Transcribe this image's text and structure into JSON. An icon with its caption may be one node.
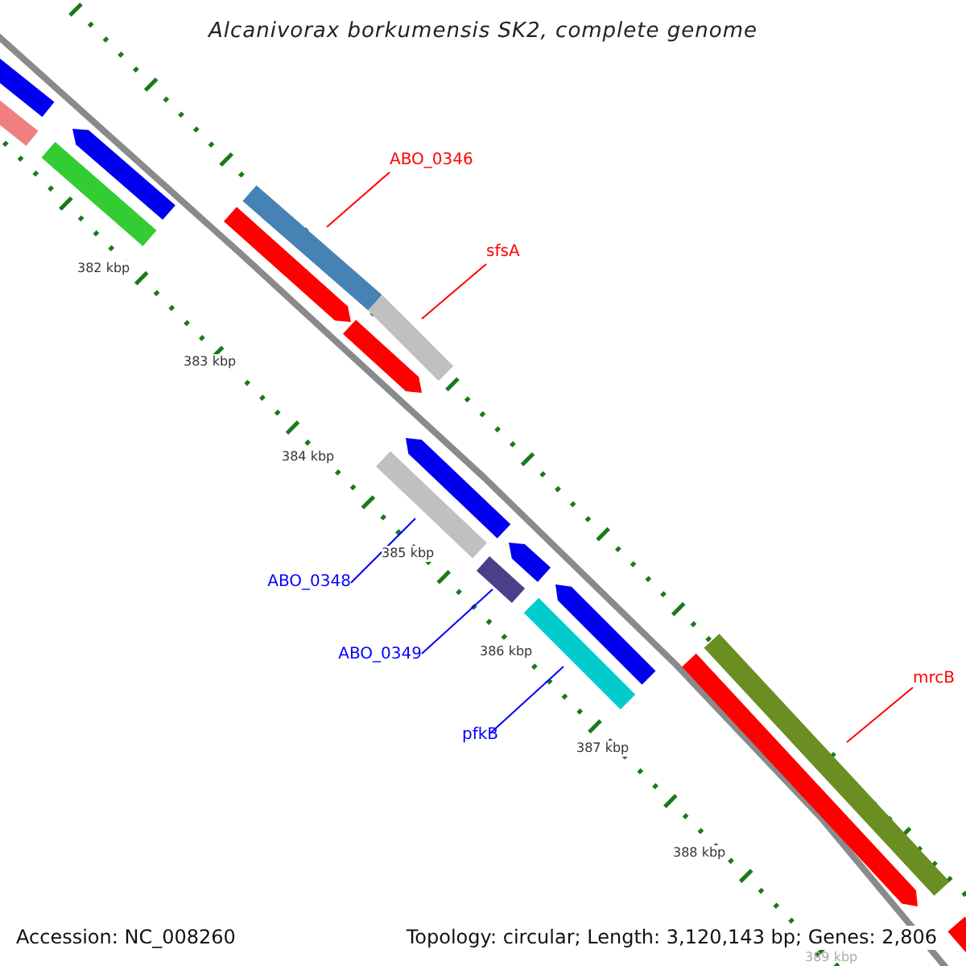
{
  "diagram": {
    "title": "Alcanivorax borkumensis SK2, complete genome",
    "nodes": [
      {
        "text": [
          "ABO_0346"
        ]
      },
      {
        "text": [
          "sfsA"
        ]
      },
      {
        "text": [
          "ABO_0348"
        ]
      },
      {
        "text": [
          "ABO_0349"
        ]
      },
      {
        "text": [
          "mrcB"
        ]
      },
      {
        "text": [
          "pfkB"
        ]
      },
      {
        "text": [],
        "shape": "bar"
      },
      {
        "text": [],
        "shape": "bar"
      },
      {
        "text": [],
        "shape": "bar"
      },
      {
        "text": [],
        "shape": "bar"
      },
      {
        "text": [],
        "shape": "bar"
      },
      {
        "text": [],
        "shape": "bar"
      },
      {
        "text": [],
        "shape": "bar"
      },
      {
        "text": [],
        "shape": "bar"
      },
      {
        "text": [],
        "shape": "bar"
      },
      {
        "text": [],
        "shape": "bar"
      },
      {
        "text": [],
        "shape": "bar"
      },
      {
        "text": [],
        "shape": "bar"
      },
      {
        "text": [],
        "shape": "bar"
      },
      {
        "text": [],
        "shape": "bar"
      },
      {
        "text": [],
        "shape": "bar"
      },
      {
        "text": [],
        "shape": "bar"
      },
      {
        "text": [],
        "shape": "bar"
      }
    ],
    "edges": [
      {
        "from": 0,
        "to": 11,
        "arrow": "none",
        "color": "#ff0000"
      },
      {
        "from": 1,
        "to": 13,
        "arrow": "none",
        "color": "#ff0000"
      },
      {
        "from": 2,
        "to": 14,
        "arrow": "none",
        "color": "#0000ff"
      },
      {
        "from": 3,
        "to": 16,
        "arrow": "none",
        "color": "#0000ff"
      },
      {
        "from": 4,
        "to": 21,
        "arrow": "none",
        "color": "#ff0000"
      },
      {
        "from": 5,
        "to": 18,
        "arrow": "none",
        "color": "#0000ff"
      }
    ],
    "labels": [
      "382 kbp",
      "383 kbp",
      "384 kbp",
      "385 kbp",
      "386 kbp",
      "387 kbp",
      "388 kbp",
      "Accession: NC_008260",
      "Topology: circular; Length: 3,120,143 bp; Genes: 2,806",
      "389 kbp"
    ]
  }
}
